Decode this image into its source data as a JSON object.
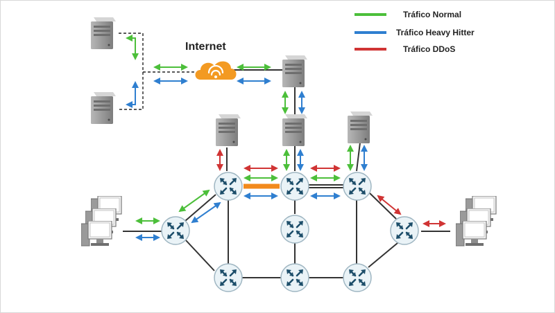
{
  "title": "Internet",
  "legend": [
    {
      "label": "Tráfico Normal",
      "color": "#4cbf3a"
    },
    {
      "label": "Tráfico Heavy Hitter",
      "color": "#2f7fd0"
    },
    {
      "label": "Tráfico DDoS",
      "color": "#d03434"
    }
  ],
  "colors": {
    "normal": "#4cbf3a",
    "heavy": "#2f7fd0",
    "ddos": "#d03434",
    "highlight_link": "#f28a1c",
    "cloud": "#f39a22",
    "router_fill": "#eaf3f7",
    "router_stroke": "#9fb6c2",
    "router_arrow": "#1d4e6a"
  },
  "icons": [
    "server-icon",
    "router-icon",
    "cloud-wifi-icon",
    "workstation-cluster-icon"
  ]
}
